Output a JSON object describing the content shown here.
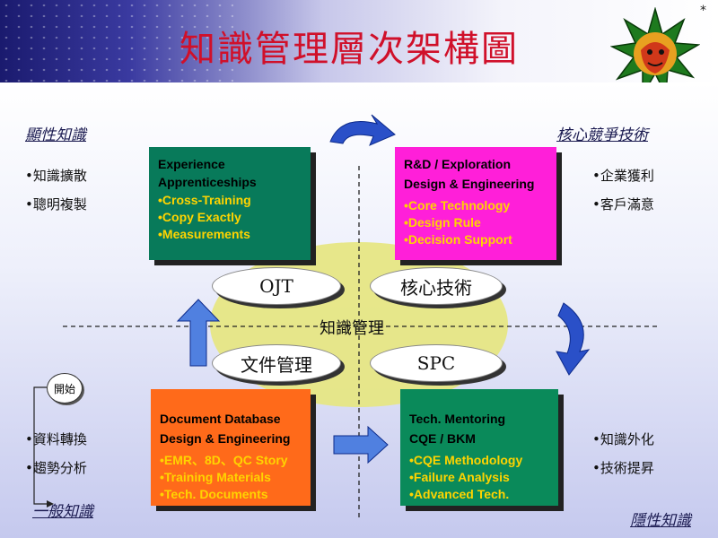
{
  "title": "知識管理層次架構圖",
  "corner_mark": "*",
  "quadrant_labels": {
    "top_left": "顯性知識",
    "top_right": "核心競爭技術",
    "bottom_left": "一般知識",
    "bottom_right": "隱性知識"
  },
  "side_items": {
    "top_left": [
      "•知識擴散",
      "•聰明複製"
    ],
    "top_right": [
      "•企業獲利",
      "•客戶滿意"
    ],
    "bottom_left": [
      "•資料轉換",
      "•趨勢分析"
    ],
    "bottom_right": [
      "•知識外化",
      "•技術提昇"
    ]
  },
  "boxes": {
    "top_left": {
      "title_lines": [
        "Experience",
        "Apprenticeships"
      ],
      "items": [
        "Cross-Training",
        "Copy Exactly",
        "Measurements"
      ],
      "bg": "#087a5a",
      "title_color": "#000000",
      "item_color": "#ffd400"
    },
    "top_right": {
      "title_lines": [
        "R&D / Exploration",
        "Design & Engineering"
      ],
      "items": [
        "Core Technology",
        "Design Rule",
        "Decision Support"
      ],
      "bg": "#ff1fd9",
      "title_color": "#000000",
      "item_color": "#ffd400"
    },
    "bottom_left": {
      "title_lines": [
        "Document Database",
        "Design & Engineering"
      ],
      "items": [
        "EMR、8D、QC Story",
        "Training Materials",
        "Tech. Documents"
      ],
      "bg": "#ff6a1a",
      "title_color": "#000000",
      "item_color": "#ffd400"
    },
    "bottom_right": {
      "title_lines": [
        "Tech.  Mentoring",
        "CQE / BKM"
      ],
      "items": [
        "CQE Methodology",
        "Failure Analysis",
        "Advanced Tech."
      ],
      "bg": "#0a8a5a",
      "title_color": "#000000",
      "item_color": "#ffd400"
    }
  },
  "ovals": {
    "top_left": "OJT",
    "top_right": "核心技術",
    "bottom_left": "文件管理",
    "bottom_right": "SPC"
  },
  "center_label": "知識管理",
  "start_label": "開始",
  "colors": {
    "title": "#d0102a",
    "ellipse": "#e6e680",
    "arrow": "#2a50c8"
  }
}
